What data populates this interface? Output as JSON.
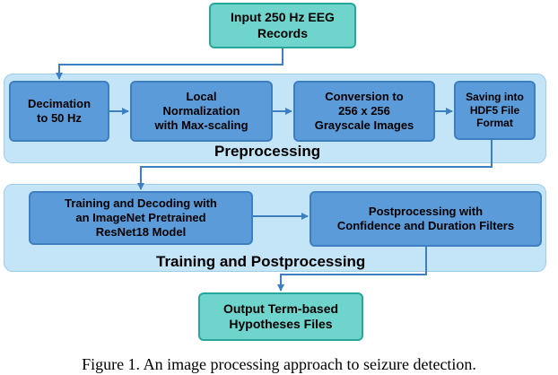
{
  "diagram": {
    "input_box": "Input 250 Hz EEG\nRecords",
    "preprocessing": {
      "title": "Preprocessing",
      "steps": [
        "Decimation\nto 50 Hz",
        "Local\nNormalization\nwith Max-scaling",
        "Conversion to\n256 x 256\nGrayscale Images",
        "Saving into\nHDF5 File\nFormat"
      ]
    },
    "training": {
      "title": "Training and Postprocessing",
      "steps": [
        "Training and Decoding with\nan ImageNet Pretrained\nResNet18 Model",
        "Postprocessing with\nConfidence and Duration Filters"
      ]
    },
    "output_box": "Output Term-based\nHypotheses Files"
  },
  "caption": "Figure 1. An image processing approach to seizure detection."
}
